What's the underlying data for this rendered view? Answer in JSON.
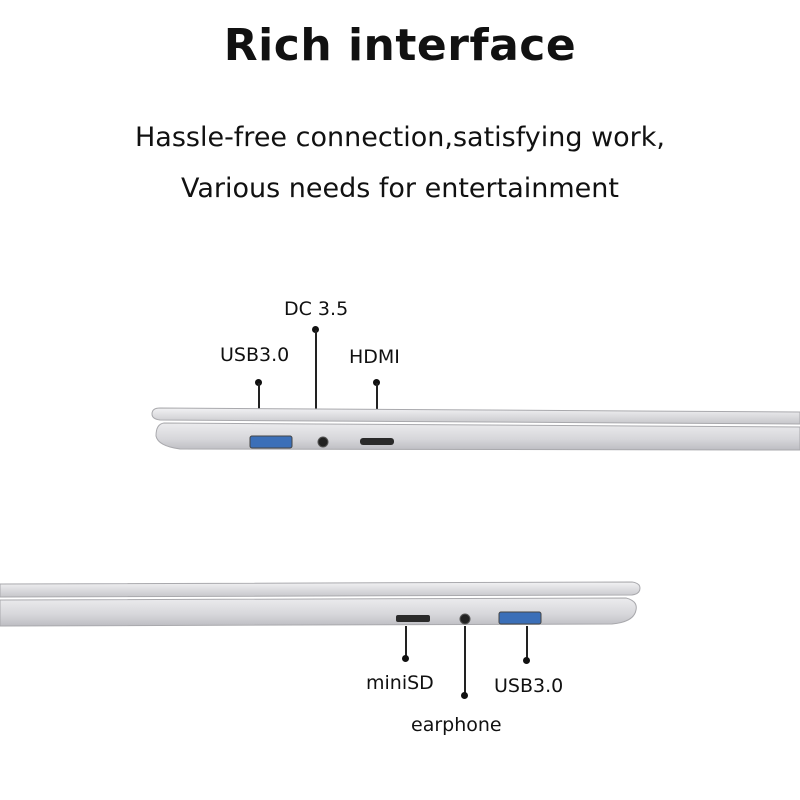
{
  "header": {
    "title": "Rich interface",
    "subtitle_line1": "Hassle-free connection,satisfying work,",
    "subtitle_line2": "Various needs for entertainment"
  },
  "left_side": {
    "ports": [
      {
        "label": "USB3.0",
        "icon": "usb-port-icon"
      },
      {
        "label": "DC 3.5",
        "icon": "dc-jack-icon"
      },
      {
        "label": "HDMI",
        "icon": "mini-hdmi-port-icon"
      }
    ]
  },
  "right_side": {
    "ports": [
      {
        "label": "miniSD",
        "icon": "minisd-slot-icon"
      },
      {
        "label": "earphone",
        "icon": "audio-jack-icon"
      },
      {
        "label": "USB3.0",
        "icon": "usb-port-icon"
      }
    ]
  },
  "colors": {
    "background": "#ffffff",
    "text": "#111111",
    "laptop_silver": "#d9d9dc",
    "port_blue": "#3b6fb8"
  }
}
